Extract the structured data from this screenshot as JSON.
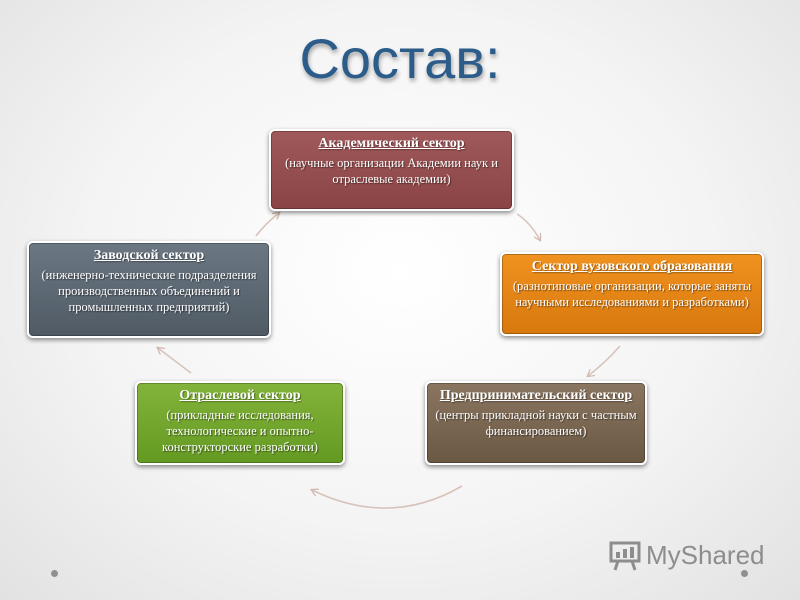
{
  "title": "Состав:",
  "sectors": {
    "academic": {
      "title": "Академический сектор",
      "desc": "(научные организации Академии наук и отраслевые академии)",
      "color": "#8f4a4b"
    },
    "university": {
      "title": "Сектор вузовского образования",
      "desc": "(разнотиповые организации, которые заняты научными исследованиями и разработками)",
      "color": "#e5841a"
    },
    "entrepreneurial": {
      "title": "Предпринимательский сектор",
      "desc": "(центры прикладной науки с частным финансированием)",
      "color": "#7a6550"
    },
    "industry": {
      "title": "Отраслевой сектор",
      "desc": "(прикладные исследования, технологические и опытно-конструкторские разработки)",
      "color": "#72a62e"
    },
    "factory": {
      "title": "Заводской сектор",
      "desc": "(инженерно-технические подразделения производственных объединений и промышленных предприятий)",
      "color": "#5c6772"
    }
  },
  "arrow_color": "#d8c3bb",
  "watermark": {
    "text": "MyShared",
    "icon": "presentation-board-icon"
  }
}
